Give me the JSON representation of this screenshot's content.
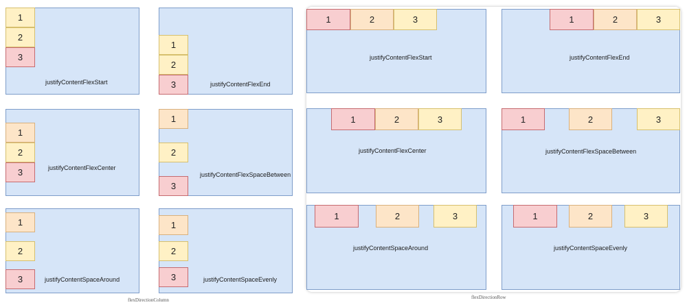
{
  "column": {
    "caption": "flexDirectionColumn",
    "panels": [
      {
        "label": "justifyContentFlexStart",
        "items": [
          "1",
          "2",
          "3"
        ]
      },
      {
        "label": "justifyContentFlexEnd",
        "items": [
          "1",
          "2",
          "3"
        ]
      },
      {
        "label": "justifyContentFlexCenter",
        "items": [
          "1",
          "2",
          "3"
        ]
      },
      {
        "label": "justifyContentFlexSpaceBetween",
        "items": [
          "1",
          "2",
          "3"
        ]
      },
      {
        "label": "justifyContentSpaceAround",
        "items": [
          "1",
          "2",
          "3"
        ]
      },
      {
        "label": "justifyContentSpaceEvenly",
        "items": [
          "1",
          "2",
          "3"
        ]
      }
    ]
  },
  "row": {
    "caption": "flexDirectionRow",
    "panels": [
      {
        "label": "justifyContentFlexStart",
        "items": [
          "1",
          "2",
          "3"
        ]
      },
      {
        "label": "justifyContentFlexEnd",
        "items": [
          "1",
          "2",
          "3"
        ]
      },
      {
        "label": "justifyContentFlexCenter",
        "items": [
          "1",
          "2",
          "3"
        ]
      },
      {
        "label": "justifyContentFlexSpaceBetween",
        "items": [
          "1",
          "2",
          "3"
        ]
      },
      {
        "label": "justifyContentSpaceAround",
        "items": [
          "1",
          "2",
          "3"
        ]
      },
      {
        "label": "justifyContentSpaceEvenly",
        "items": [
          "1",
          "2",
          "3"
        ]
      }
    ]
  },
  "colors": {
    "panel_bg": "#d6e5f8",
    "panel_border": "#7d9cc9",
    "red_box": "#f8ced0",
    "orange_box": "#fde5c8",
    "yellow_box": "#fff1c5"
  }
}
